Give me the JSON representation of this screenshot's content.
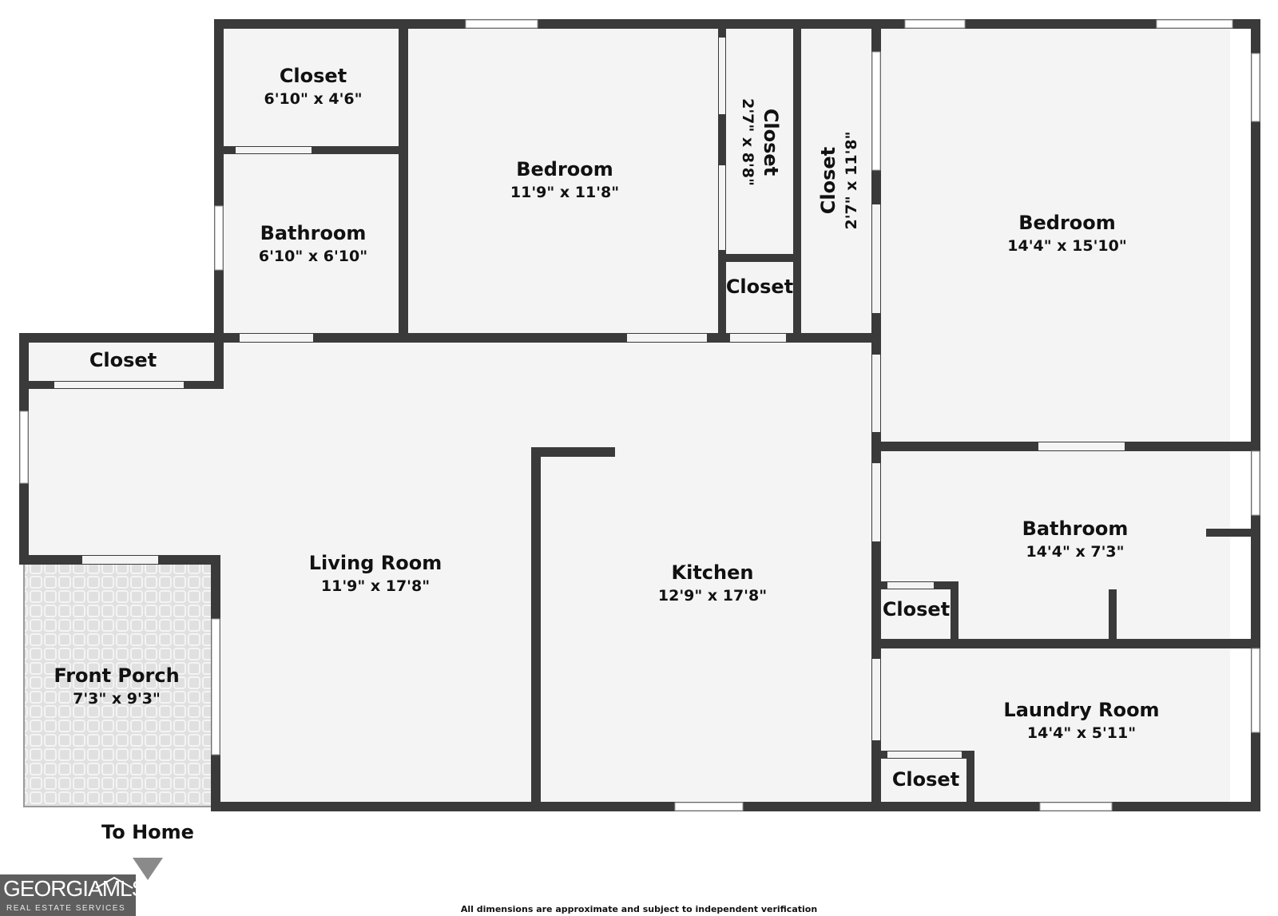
{
  "rooms": [
    {
      "id": "closet-top-left",
      "name": "Closet",
      "dims": "6'10\" x 4'6\""
    },
    {
      "id": "bathroom-left",
      "name": "Bathroom",
      "dims": "6'10\" x 6'10\""
    },
    {
      "id": "bedroom-middle",
      "name": "Bedroom",
      "dims": "11'9\" x 11'8\""
    },
    {
      "id": "closet-narrow-a",
      "name": "Closet",
      "dims": "2'7\" x 8'8\""
    },
    {
      "id": "closet-narrow-b",
      "name": "Closet",
      "dims": "2'7\" x 11'8\""
    },
    {
      "id": "closet-small-middle",
      "name": "Closet"
    },
    {
      "id": "bedroom-right",
      "name": "Bedroom",
      "dims": "14'4\" x 15'10\""
    },
    {
      "id": "closet-left",
      "name": "Closet"
    },
    {
      "id": "living-room",
      "name": "Living Room",
      "dims": "11'9\" x 17'8\""
    },
    {
      "id": "kitchen",
      "name": "Kitchen",
      "dims": "12'9\" x 17'8\""
    },
    {
      "id": "bathroom-right",
      "name": "Bathroom",
      "dims": "14'4\" x 7'3\""
    },
    {
      "id": "closet-bath",
      "name": "Closet"
    },
    {
      "id": "front-porch",
      "name": "Front Porch",
      "dims": "7'3\" x 9'3\""
    },
    {
      "id": "laundry-room",
      "name": "Laundry Room",
      "dims": "14'4\" x 5'11\""
    },
    {
      "id": "closet-laundry",
      "name": "Closet"
    }
  ],
  "to_home_label": "To Home",
  "disclaimer": "All dimensions are approximate and subject to independent verification",
  "logo": {
    "main": "GEORGIAMLS",
    "sub": "REAL ESTATE SERVICES"
  },
  "colors": {
    "wall": "#3a3a3a",
    "floor": "#f4f4f4",
    "porch": "#d9d9d9",
    "window": "#ffffff"
  }
}
